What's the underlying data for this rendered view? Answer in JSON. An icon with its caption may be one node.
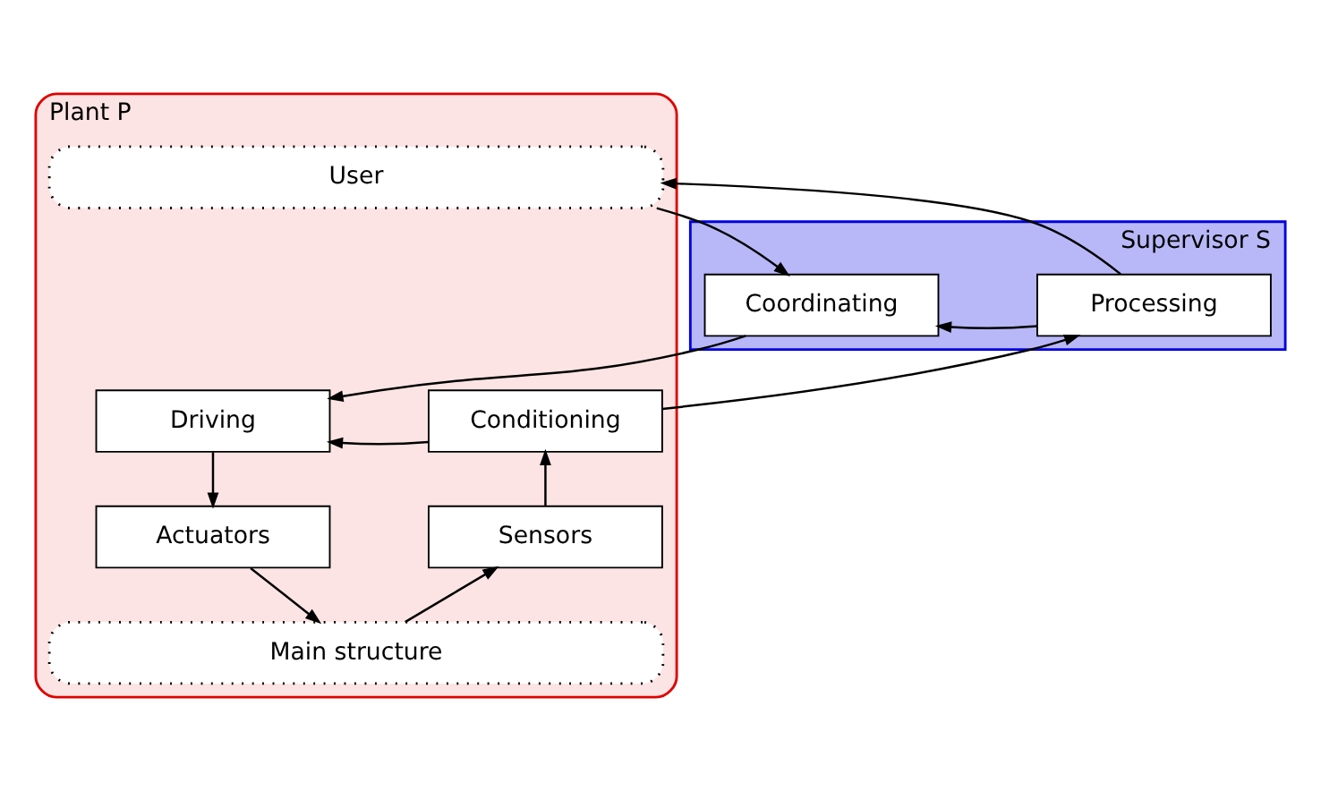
{
  "diagram": {
    "nodes": [
      {
        "text": [
          "Plant P"
        ]
      },
      {
        "text": [
          "User"
        ],
        "in": 0
      },
      {
        "text": [
          "Supervisor S"
        ]
      },
      {
        "text": [
          "Coordinating"
        ],
        "in": 2
      },
      {
        "text": [
          "Processing"
        ],
        "in": 2
      },
      {
        "text": [
          "Driving"
        ],
        "in": 0
      },
      {
        "text": [
          "Conditioning"
        ],
        "in": 0
      },
      {
        "text": [
          "Actuators"
        ],
        "in": 0
      },
      {
        "text": [
          "Sensors"
        ],
        "in": 0
      },
      {
        "text": [
          "Main structure"
        ],
        "in": 0
      }
    ],
    "edges": [
      {
        "from": 1,
        "to": 3,
        "arrow": "to"
      },
      {
        "from": 4,
        "to": 1,
        "arrow": "to"
      },
      {
        "from": 4,
        "to": 3,
        "arrow": "to"
      },
      {
        "from": 3,
        "to": 5,
        "arrow": "to"
      },
      {
        "from": 6,
        "to": 5,
        "arrow": "to"
      },
      {
        "from": 6,
        "to": 4,
        "arrow": "to"
      },
      {
        "from": 5,
        "to": 7,
        "arrow": "to"
      },
      {
        "from": 7,
        "to": 9,
        "arrow": "to"
      },
      {
        "from": 9,
        "to": 8,
        "arrow": "to"
      },
      {
        "from": 8,
        "to": 6,
        "arrow": "to"
      }
    ]
  }
}
